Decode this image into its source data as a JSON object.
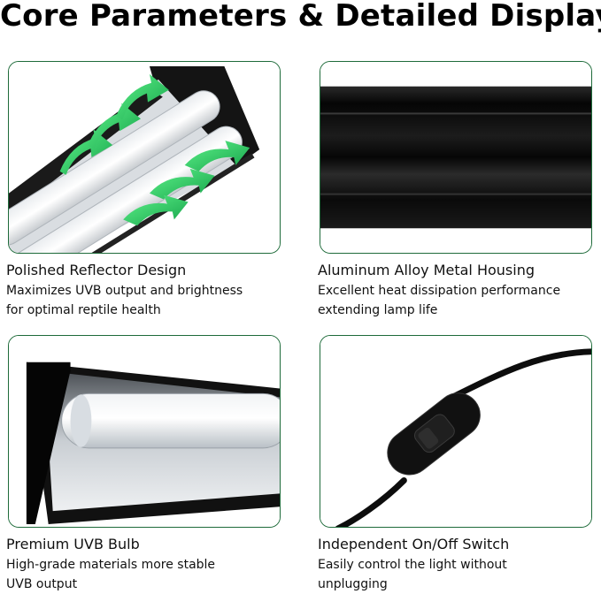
{
  "title": "Core Parameters & Detailed Display",
  "colors": {
    "frame": "#1e6b3a",
    "arrow": "#22c55e",
    "housing": "#0d0d0d"
  },
  "features": [
    {
      "title": "Polished Reflector Design",
      "line1": "Maximizes UVB output and brightness",
      "line2": "for optimal reptile health",
      "image": "reflector-with-airflow-arrows"
    },
    {
      "title": "Aluminum Alloy Metal Housing",
      "line1": "Excellent heat dissipation performance",
      "line2": "extending lamp life",
      "image": "black-aluminum-housing"
    },
    {
      "title": "Premium UVB Bulb",
      "line1": "High-grade materials more stable",
      "line2": "UVB output",
      "image": "uvb-tube-bulb"
    },
    {
      "title": "Independent On/Off Switch",
      "line1": "Easily control the light without",
      "line2": "unplugging",
      "image": "inline-rocker-switch"
    }
  ]
}
